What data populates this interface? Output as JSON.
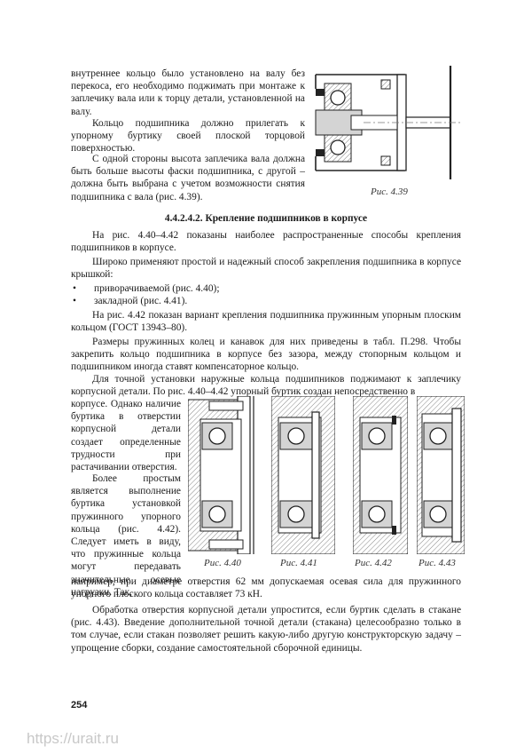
{
  "paragraphs": {
    "p1": "внутреннее кольцо было установлено на валу без перекоса, его необходимо поджимать при монтаже к заплечику вала или к торцу детали, установленной на валу.",
    "p2": "Кольцо подшипника должно прилегать к упорному буртику своей плоской торцовой поверхностью.",
    "p3": "С одной стороны высота заплечика вала должна быть больше высоты фаски подшипника, с другой – должна быть выбрана с учетом возможности снятия подшипника с вала (рис. 4.39).",
    "p4": "На рис. 4.40–4.42 показаны наиболее распространенные способы крепления подшипников в корпусе.",
    "p5": "Широко применяют простой и надежный способ закрепления подшипника в корпусе крышкой:",
    "p6": "На рис. 4.42 показан вариант крепления подшипника пружинным упорным плоским кольцом (ГОСТ 13943–80).",
    "p7": "Размеры пружинных колец и канавок для них приведены в табл. П.298. Чтобы закрепить кольцо подшипника в корпусе без зазора, между стопорным кольцом и подшипником иногда ставят компенсаторное кольцо.",
    "p8": "Для точной установки наружные кольца подшипников поджимают к заплечику корпусной детали. По рис. 4.40–4.42 упорный буртик создан непосредственно в",
    "p9": "корпусе. Однако наличие буртика в отверстии корпусной детали создает определенные трудности при растачивании отверстия.",
    "p10": "Более простым является выполнение буртика установкой пружинного упорного кольца (рис. 4.42). Следует иметь в виду, что пружинные кольца могут передавать значительные осевые нагрузки. Так,",
    "p11": "например, при диаметре отверстия 62 мм допускаемая осевая сила для пружинного упорного плоского кольца составляет 73 кН.",
    "p12": "Обработка отверстия корпусной детали упростится, если буртик сделать в стакане (рис. 4.43). Введение дополнительной точной детали (стакана) целесообразно только в том случае, если стакан позволяет решить какую-либо другую конструкторскую задачу – упрощение сборки, создание самостоятельной сборочной единицы."
  },
  "heading": "4.4.2.4.2. Крепление подшипников в корпусе",
  "bullets": [
    "привoрачиваемой (рис. 4.40);",
    "закладной (рис. 4.41)."
  ],
  "bullet_glyph": "•",
  "captions": {
    "fig439": "Рис. 4.39",
    "fig440": "Рис. 4.40",
    "fig441": "Рис. 4.41",
    "fig442": "Рис. 4.42",
    "fig443": "Рис. 4.43"
  },
  "page_number": "254",
  "watermark": "https://urait.ru",
  "colors": {
    "text": "#1a1a1a",
    "hatch": "#8c8c8c",
    "shade": "#d4d4d4",
    "watermark": "#c8c8c8"
  }
}
